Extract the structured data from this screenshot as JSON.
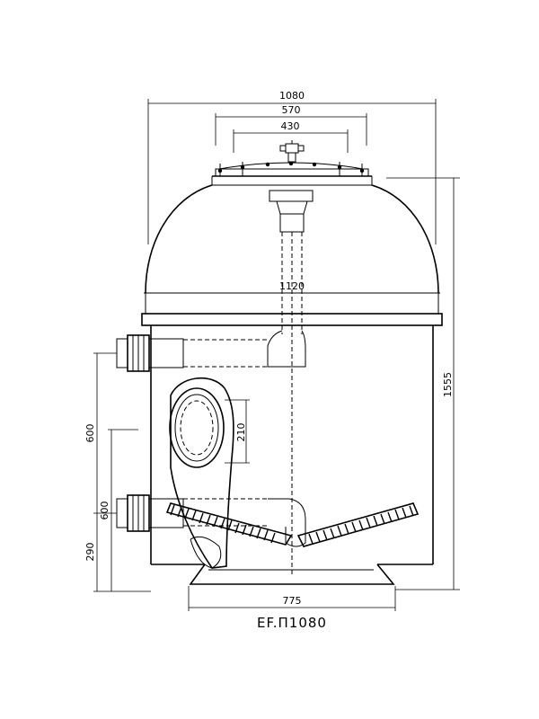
{
  "title": "ΕF.Π1080",
  "dimensions": {
    "top_width": "1080",
    "flange_outer": "570",
    "flange_inner": "430",
    "body_diameter": "1120",
    "total_height": "1555",
    "manhole": "210",
    "spacing_upper": "600",
    "spacing_lower": "600",
    "bottom_offset": "290",
    "base_width": "775"
  }
}
